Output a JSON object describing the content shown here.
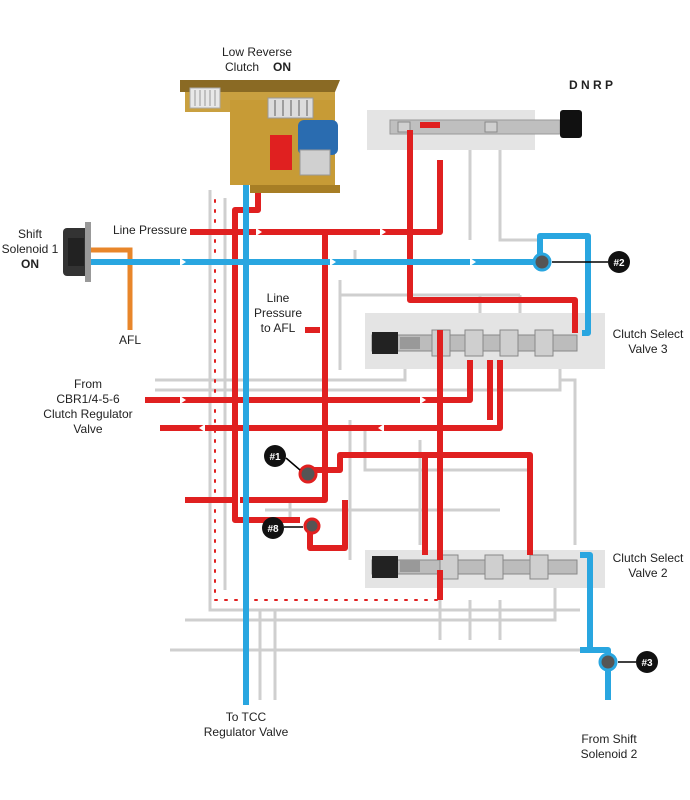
{
  "labels": {
    "low_reverse_line1": "Low Reverse",
    "low_reverse_line2": "Clutch",
    "low_reverse_state": "ON",
    "shift_solenoid_line1": "Shift",
    "shift_solenoid_line2": "Solenoid 1",
    "shift_solenoid_state": "ON",
    "line_pressure": "Line Pressure",
    "afl": "AFL",
    "line_pressure_afl_1": "Line",
    "line_pressure_afl_2": "Pressure",
    "line_pressure_afl_3": "to AFL",
    "from_cbr_1": "From",
    "from_cbr_2": "CBR1/4-5-6",
    "from_cbr_3": "Clutch Regulator",
    "from_cbr_4": "Valve",
    "to_tcc_1": "To TCC",
    "to_tcc_2": "Regulator Valve",
    "from_shift_sol2_1": "From Shift",
    "from_shift_sol2_2": "Solenoid 2",
    "clutch_select_3_1": "Clutch Select",
    "clutch_select_3_2": "Valve 3",
    "clutch_select_2_1": "Clutch Select",
    "clutch_select_2_2": "Valve 2",
    "gear_selector": "D N R P",
    "callout_1": "#1",
    "callout_2": "#2",
    "callout_3": "#3",
    "callout_8": "#8"
  },
  "colors": {
    "line_pressure": "#e02020",
    "solenoid_signal": "#29a6e0",
    "afl": "#e8862a",
    "exhaust": "#d9d9d9",
    "valve_body": "#e4e4e4"
  }
}
